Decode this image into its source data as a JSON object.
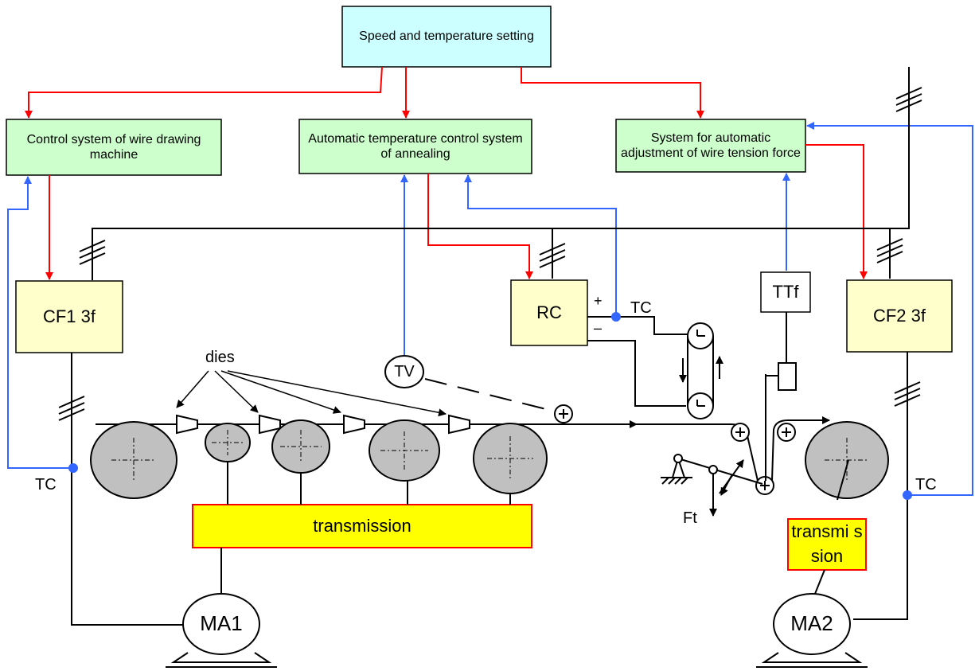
{
  "blocks": {
    "setting": "Speed and temperature setting",
    "control_drawing": "Control system  of wire drawing machine",
    "auto_temp": "Automatic temperature control system of annealing",
    "auto_tension": "System for automatic adjustment of wire tension force",
    "cf1": "CF1 3f",
    "cf2": "CF2 3f",
    "rc": "RC",
    "ttf": "TTf",
    "transmission_main": "transmission",
    "transmission_small": "transmi ssion",
    "ma1": "MA1",
    "ma2": "MA2",
    "tv": "TV"
  },
  "labels": {
    "dies": "dies",
    "tc_left": "TC",
    "tc_rc": "TC",
    "tc_right": "TC",
    "ft": "Ft",
    "plus": "+",
    "minus": "–"
  },
  "colors": {
    "setting_fill": "#ccffff",
    "control_fill": "#ccffcc",
    "cf_fill": "#ffffcc",
    "transmission_fill": "#ffff00",
    "transmission_border": "#ff0000",
    "signal_red": "#ff0000",
    "signal_blue": "#3366ff",
    "drum_fill": "#c0c0c0"
  }
}
